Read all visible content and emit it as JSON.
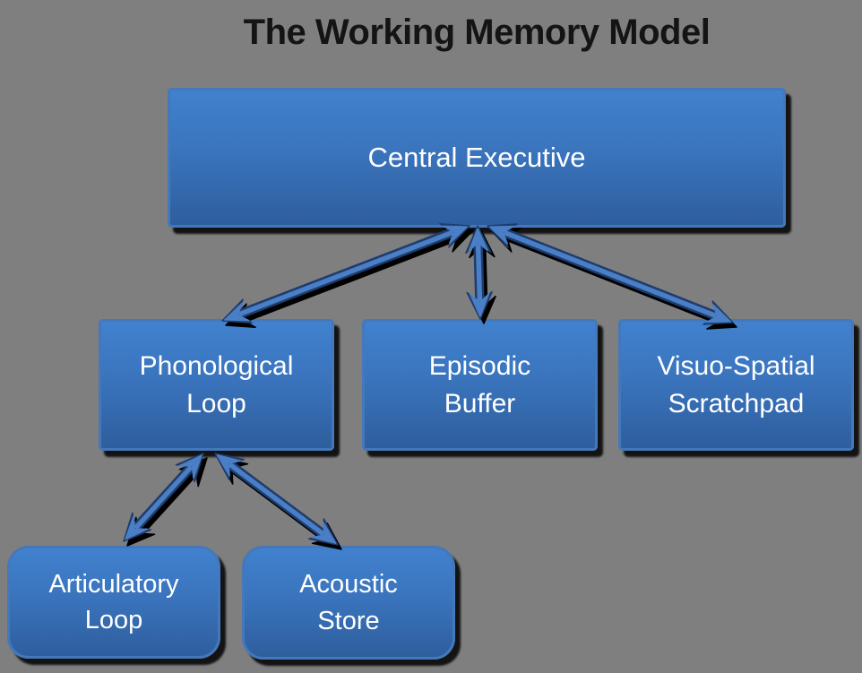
{
  "title": "The Working Memory Model",
  "diagram": {
    "nodes": [
      {
        "id": "central-executive",
        "label": "Central Executive",
        "shape": "rect"
      },
      {
        "id": "phonological-loop",
        "label": "Phonological\nLoop",
        "shape": "rect"
      },
      {
        "id": "episodic-buffer",
        "label": "Episodic\nBuffer",
        "shape": "rect"
      },
      {
        "id": "visuo-spatial-scratchpad",
        "label": "Visuo-Spatial\nScratchpad",
        "shape": "rect"
      },
      {
        "id": "articulatory-loop",
        "label": "Articulatory\nLoop",
        "shape": "rounded"
      },
      {
        "id": "acoustic-store",
        "label": "Acoustic\nStore",
        "shape": "rounded"
      }
    ],
    "edges": [
      {
        "from": "central-executive",
        "to": "phonological-loop",
        "bidirectional": true
      },
      {
        "from": "central-executive",
        "to": "episodic-buffer",
        "bidirectional": true
      },
      {
        "from": "central-executive",
        "to": "visuo-spatial-scratchpad",
        "bidirectional": true
      },
      {
        "from": "phonological-loop",
        "to": "articulatory-loop",
        "bidirectional": true
      },
      {
        "from": "phonological-loop",
        "to": "acoustic-store",
        "bidirectional": true
      }
    ],
    "colors": {
      "background": "#7f7f7f",
      "box_fill_top": "#4181ce",
      "box_fill_bottom": "#2e5e9d",
      "box_border": "#4478bb",
      "box_text": "#ffffff",
      "title_text": "#141414",
      "arrow_fill": "#4a7ec5",
      "arrow_outline": "#1e3c6d",
      "shadow": "#000000"
    }
  }
}
